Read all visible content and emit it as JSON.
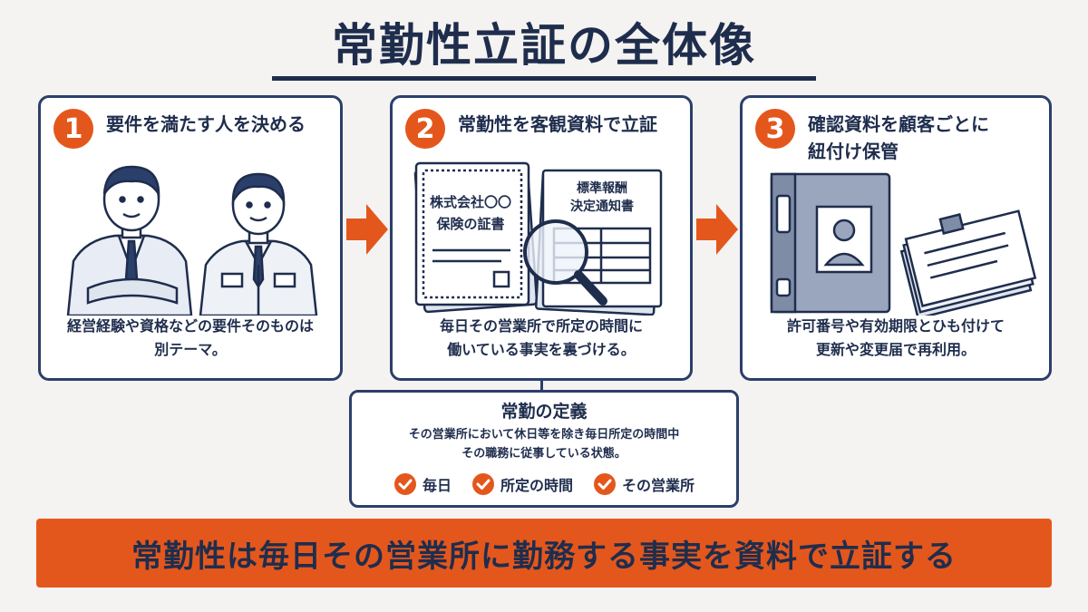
{
  "title": "常勤性立証の全体像",
  "steps": [
    {
      "number": "1",
      "title": "要件を満たす人を決める",
      "desc_line1": "経営経験や資格などの要件そのものは",
      "desc_line2": "別テーマ。"
    },
    {
      "number": "2",
      "title": "常勤性を客観資料で立証",
      "desc_line1": "毎日その営業所で所定の時間に",
      "desc_line2": "働いている事実を裏づける。",
      "doc1_line1": "株式会社〇〇",
      "doc1_line2": "保険の証書",
      "doc2_line1": "標準報酬",
      "doc2_line2": "決定通知書"
    },
    {
      "number": "3",
      "title_line1": "確認資料を顧客ごとに",
      "title_line2": "紐付け保管",
      "desc_line1": "許可番号や有効期限とひも付けて",
      "desc_line2": "更新や変更届で再利用。"
    }
  ],
  "definition": {
    "title": "常勤の定義",
    "line1": "その営業所において休日等を除き毎日所定の時間中",
    "line2": "その職務に従事している状態。",
    "checks": [
      "毎日",
      "所定の時間",
      "その営業所"
    ]
  },
  "banner": "常勤性は毎日その営業所に勤務する事実を資料で立証する",
  "colors": {
    "navy": "#1f2d4d",
    "accent": "#e4571c",
    "background": "#f4f3f1"
  }
}
